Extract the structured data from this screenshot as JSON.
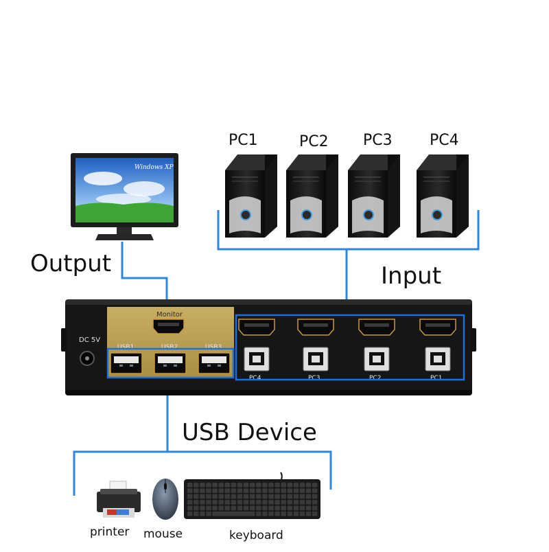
{
  "labels": {
    "output": "Output",
    "input": "Input",
    "usb_device": "USB Device"
  },
  "pcs": [
    {
      "label": "PC1"
    },
    {
      "label": "PC2"
    },
    {
      "label": "PC3"
    },
    {
      "label": "PC4"
    }
  ],
  "monitor": {
    "screen_text": "Windows XP"
  },
  "switch": {
    "power_label": "DC 5V",
    "monitor_port_label": "Monitor",
    "usb_ports": [
      "USB1",
      "USB2",
      "USB3"
    ],
    "pc_port_labels": [
      "PC4",
      "PC3",
      "PC2",
      "PC1"
    ]
  },
  "devices": [
    {
      "label": "printer"
    },
    {
      "label": "mouse"
    },
    {
      "label": "keyboard"
    }
  ],
  "colors": {
    "connector_line": "#2e86de",
    "panel_gold": "#b89d50",
    "switch_body": "#161616",
    "port_frame": "#1e6fd9"
  }
}
